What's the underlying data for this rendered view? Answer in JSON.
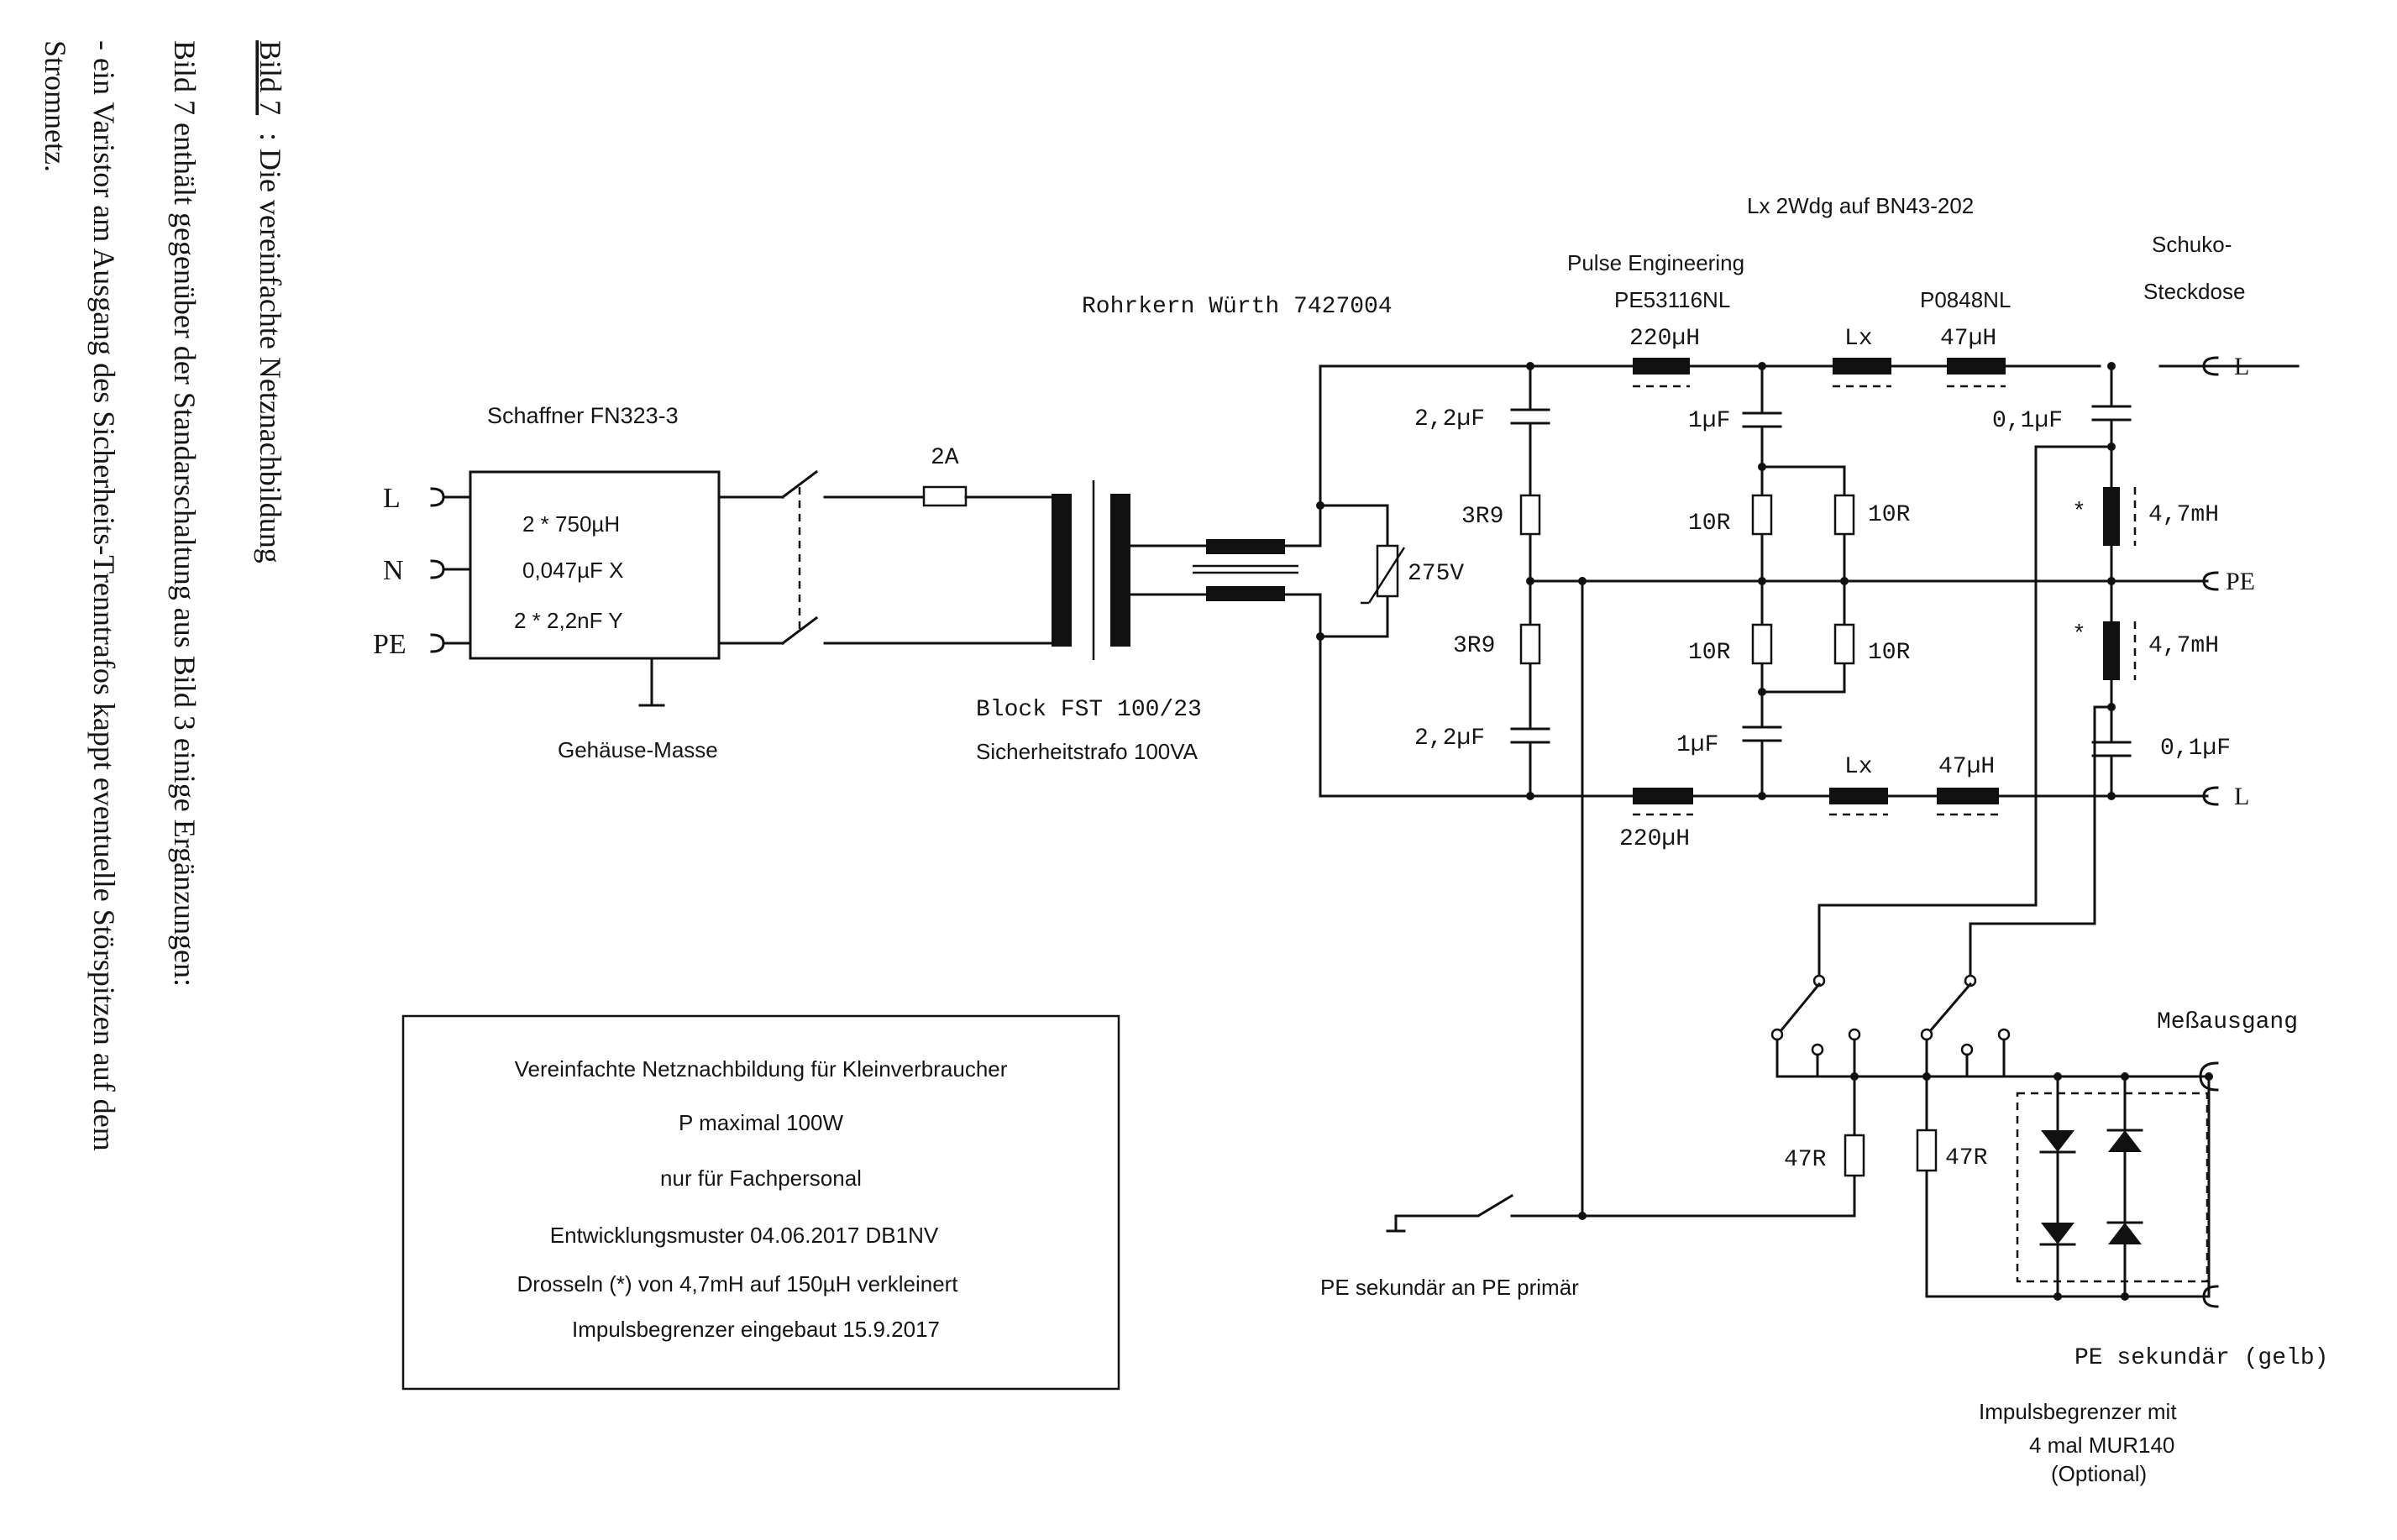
{
  "side_text": {
    "caption_prefix": "Bild 7",
    "caption_title": ": Die vereinfachte Netznachbildung",
    "line1": "Bild 7 enthält gegenüber der Standarschaltung aus Bild 3 einige Ergänzungen:",
    "line2": "- ein Varistor am Ausgang des Sicherheits-Trenntrafos kappt eventuelle Störspitzen auf dem",
    "line3": "Stromnetz."
  },
  "input_filter": {
    "title": "Schaffner FN323-3",
    "spec1": "2 * 750µH",
    "spec2": "0,047µF X",
    "spec3": "2 * 2,2nF Y",
    "ground_label": "Gehäuse-Masse",
    "term_l": "L",
    "term_n": "N",
    "term_pe": "PE"
  },
  "fuse_label": "2A",
  "transformer": {
    "model": "Block FST 100/23",
    "desc": "Sicherheitstrafo 100VA"
  },
  "core_label": "Rohrkern Würth 7427004",
  "varistor_label": "275V",
  "header_labels": {
    "lx_winding": "Lx 2Wdg auf BN43-202",
    "pulse_eng": "Pulse Engineering",
    "pe_part": "PE53116NL",
    "p_part": "P0848NL",
    "schuko1": "Schuko-",
    "schuko2": "Steckdose"
  },
  "components": {
    "l220_top": "220µH",
    "lx_top": "Lx",
    "l47_top": "47µH",
    "c22_top": "2,2µF",
    "c1_top": "1µF",
    "c01_top": "0,1µF",
    "r39_top": "3R9",
    "r10_tl": "10R",
    "r10_tr": "10R",
    "l47m_top": "4,7mH",
    "star_top": "*",
    "r39_bot": "3R9",
    "r10_bl": "10R",
    "r10_br": "10R",
    "l47m_bot": "4,7mH",
    "star_bot": "*",
    "c22_bot": "2,2µF",
    "c1_bot": "1µF",
    "lx_bot": "Lx",
    "l47_bot": "47µH",
    "c01_bot": "0,1µF",
    "l220_bot": "220µH",
    "r47_left": "47R",
    "r47_right": "47R"
  },
  "outputs": {
    "l_top": "L",
    "pe": "PE",
    "l_bot": "L"
  },
  "meas": {
    "output": "Meßausgang",
    "pe_sec_gelb": "PE sekundär (gelb)",
    "pe_link": "PE sekundär an PE primär"
  },
  "limiter": {
    "line1": "Impulsbegrenzer mit",
    "line2": "4 mal MUR140",
    "line3": "(Optional)"
  },
  "info_box": {
    "line1": "Vereinfachte Netznachbildung für Kleinverbraucher",
    "line2": "P maximal 100W",
    "line3": "nur für Fachpersonal",
    "line4": "Entwicklungsmuster 04.06.2017 DB1NV",
    "line5": "Drosseln (*) von 4,7mH auf 150µH verkleinert",
    "line6": "Impulsbegrenzer eingebaut 15.9.2017"
  }
}
